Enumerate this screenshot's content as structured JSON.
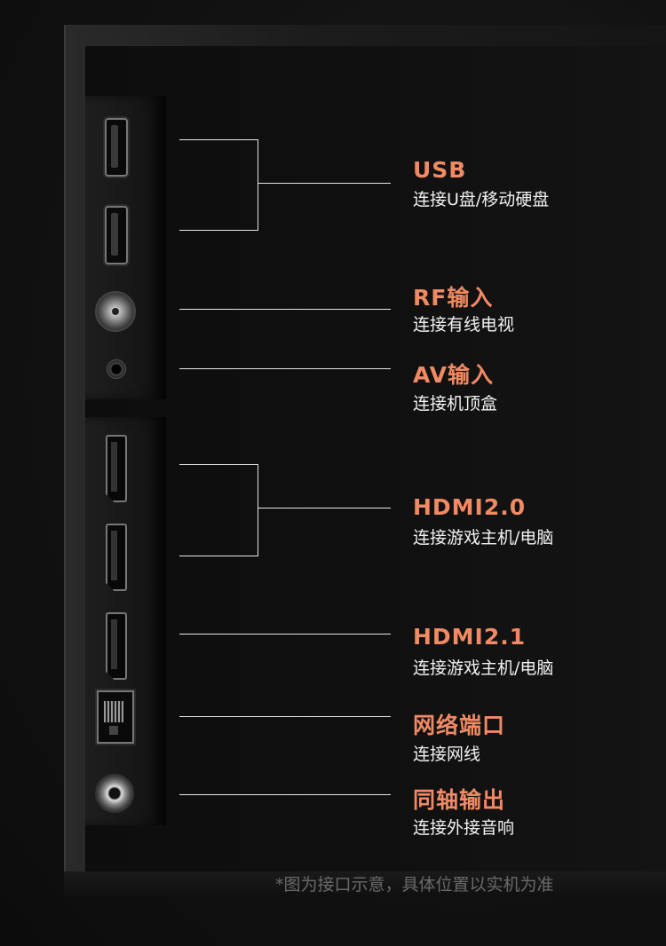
{
  "ports": [
    {
      "title": "USB",
      "subtitle": "连接U盘/移动硬盘"
    },
    {
      "title": "RF输入",
      "subtitle": "连接有线电视"
    },
    {
      "title": "AV输入",
      "subtitle": "连接机顶盒"
    },
    {
      "title": "HDMI2.0",
      "subtitle": "连接游戏主机/电脑"
    },
    {
      "title": "HDMI2.1",
      "subtitle": "连接游戏主机/电脑"
    },
    {
      "title": "网络端口",
      "subtitle": "连接网线"
    },
    {
      "title": "同轴输出",
      "subtitle": "连接外接音响"
    }
  ],
  "footnote": "*图为接口示意，具体位置以实机为准",
  "colors": {
    "accent": "#f08a64",
    "text": "#f2f2f2",
    "muted": "#6a6a6a",
    "background": "#121212"
  },
  "icons": [
    "usb-port-icon",
    "rf-connector-icon",
    "av-jack-icon",
    "hdmi-port-icon",
    "ethernet-port-icon",
    "coaxial-port-icon"
  ]
}
